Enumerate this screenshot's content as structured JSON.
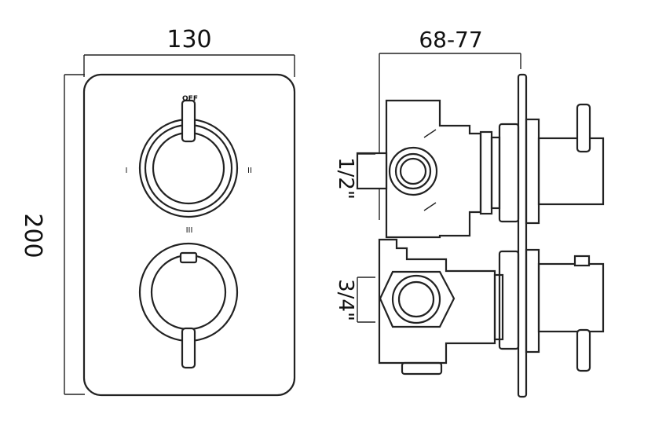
{
  "front_view": {
    "width_label": "130",
    "height_label": "200",
    "dial_top": {
      "marks": {
        "top": "OFF",
        "left": "I",
        "right": "II",
        "bottom": "III"
      }
    }
  },
  "side_view": {
    "depth_label": "68-77",
    "top_inlet_label": "1/2\"",
    "bottom_inlet_label": "3/4\""
  }
}
